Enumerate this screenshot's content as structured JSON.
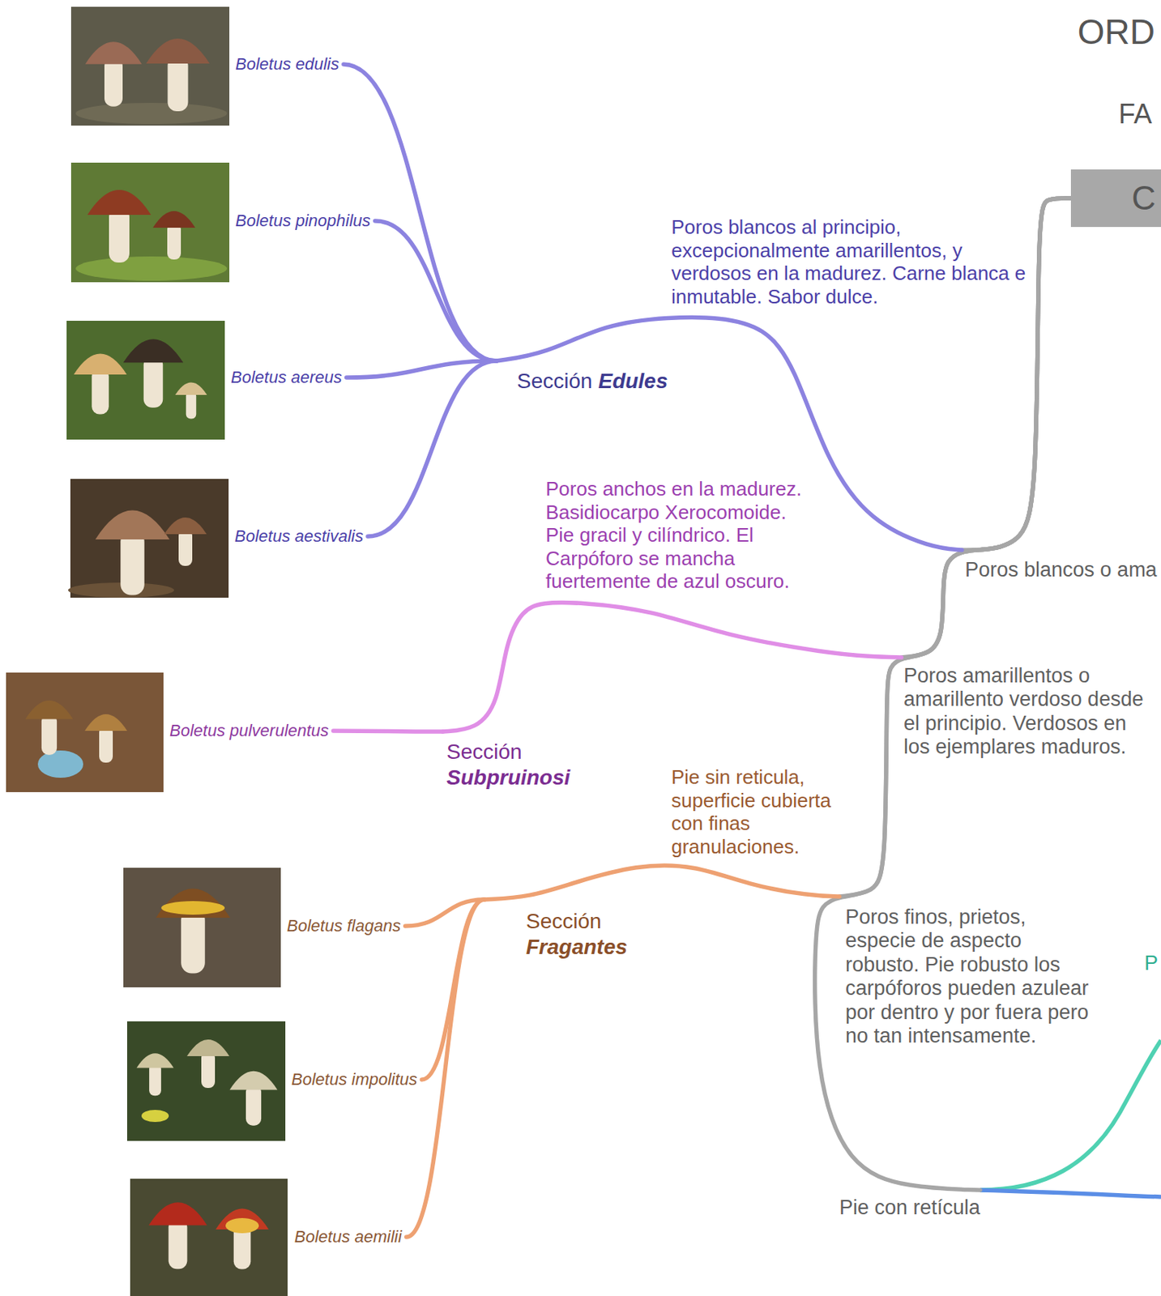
{
  "diagram": {
    "title": "ORD",
    "nodes": [
      {
        "text": [
          "C"
        ]
      },
      {
        "text": [
          "Poros blancos o ama"
        ]
      },
      {
        "text": [
          "Sección",
          "Edules"
        ]
      },
      {
        "text": [
          "Boletus edulis"
        ]
      },
      {
        "text": [
          "Boletus pinophilus"
        ]
      },
      {
        "text": [
          "Boletus aereus"
        ]
      },
      {
        "text": [
          "Boletus aestivalis"
        ]
      },
      {
        "text": [
          "Poros amarillentos o amarillento verdoso desde el principio. Verdosos en los ejemplares maduros."
        ]
      },
      {
        "text": [
          "Sección",
          "Subpruinosi"
        ]
      },
      {
        "text": [
          "Boletus pulverulentus"
        ]
      },
      {
        "text": [
          "Poros finos, prietos, especie de aspecto robusto. Pie robusto los carpóforos pueden azulear por dentro y por fuera pero no tan intensamente."
        ]
      },
      {
        "text": [
          "Sección",
          "Fragantes"
        ]
      },
      {
        "text": [
          "Boletus flagans"
        ]
      },
      {
        "text": [
          "Boletus impolitus"
        ]
      },
      {
        "text": [
          "Boletus aemilii"
        ]
      },
      {
        "text": [
          "Pie con retícula"
        ]
      }
    ],
    "edges": [
      {
        "from": 0,
        "to": 1,
        "arrow": "none"
      },
      {
        "from": 0,
        "to": 7,
        "arrow": "none"
      },
      {
        "from": 0,
        "to": 10,
        "arrow": "none"
      },
      {
        "from": 0,
        "to": 15,
        "arrow": "none"
      },
      {
        "from": 1,
        "to": 2,
        "label": "Poros blancos al principio, excepcionalmente amarillentos, y verdosos en la madurez. Carne blanca e inmutable. Sabor dulce.",
        "arrow": "none"
      },
      {
        "from": 2,
        "to": 3,
        "arrow": "none"
      },
      {
        "from": 2,
        "to": 4,
        "arrow": "none"
      },
      {
        "from": 2,
        "to": 5,
        "arrow": "none"
      },
      {
        "from": 2,
        "to": 6,
        "arrow": "none"
      },
      {
        "from": 7,
        "to": 8,
        "label": "Poros anchos en la madurez. Basidiocarpo Xerocomoide. Pie gracil y cilíndrico. El Carpóforo se mancha fuertemente de azul oscuro.",
        "arrow": "none"
      },
      {
        "from": 8,
        "to": 9,
        "arrow": "none"
      },
      {
        "from": 10,
        "to": 11,
        "label": "Pie sin reticula, superficie cubierta con finas granulaciones.",
        "arrow": "none"
      },
      {
        "from": 11,
        "to": 12,
        "arrow": "none"
      },
      {
        "from": 11,
        "to": 13,
        "arrow": "none"
      },
      {
        "from": 11,
        "to": 14,
        "arrow": "none"
      }
    ],
    "labels": [
      "FA",
      "P"
    ]
  }
}
